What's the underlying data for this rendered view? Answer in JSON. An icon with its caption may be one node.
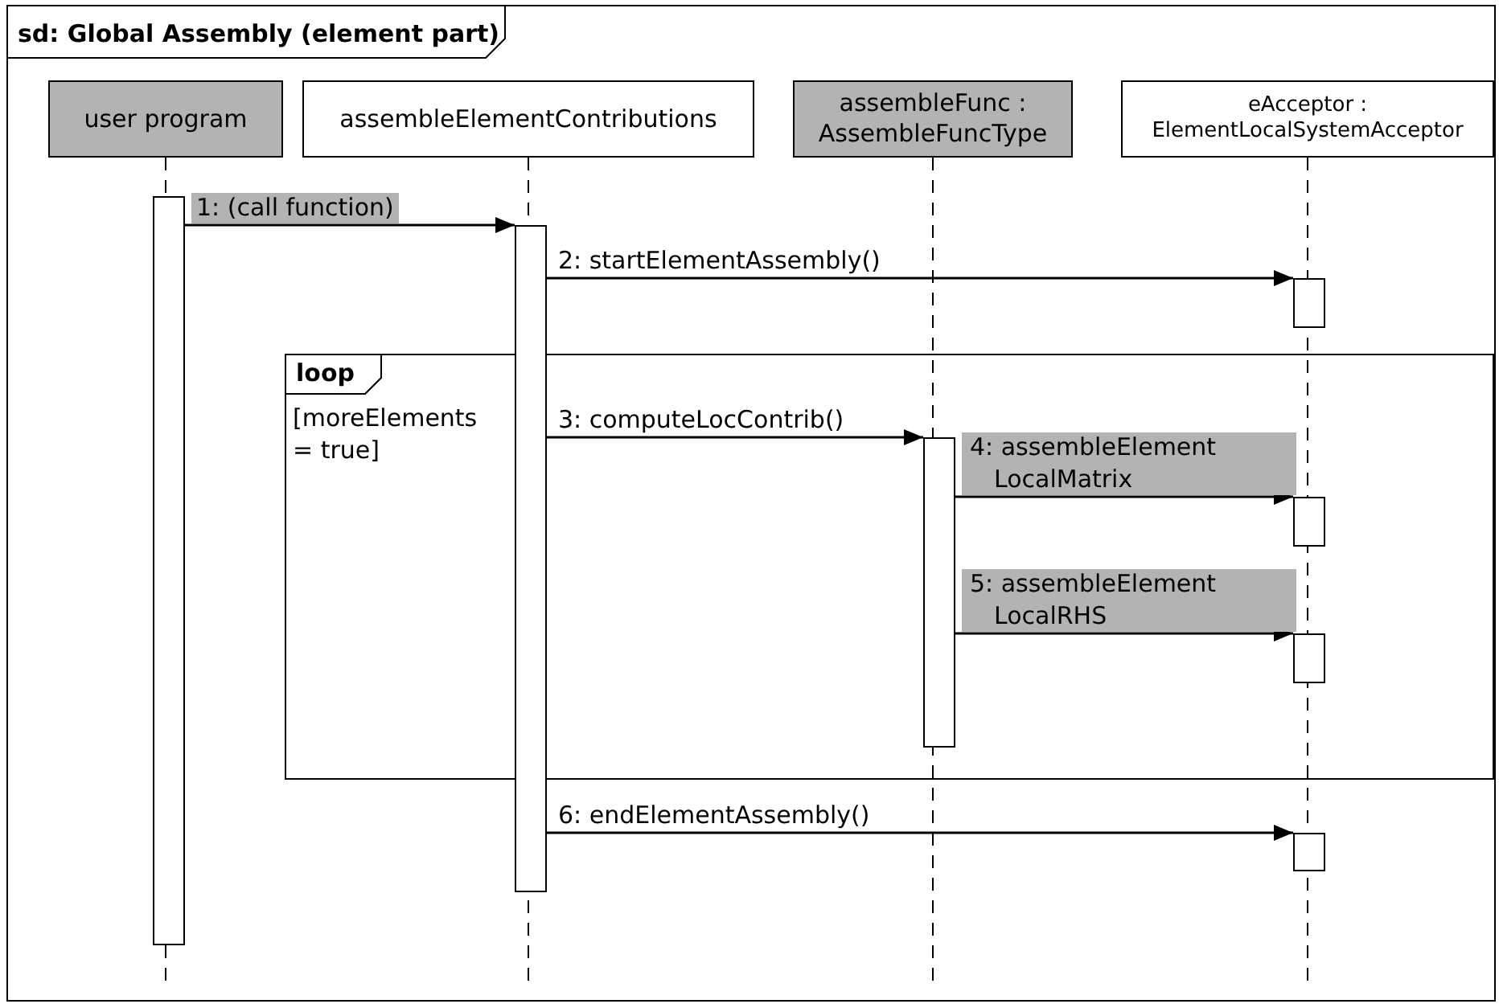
{
  "diagram": {
    "title": "sd: Global Assembly (element part)",
    "nodes": [
      {
        "text": [
          "user program"
        ]
      },
      {
        "text": [
          "assembleElementContributions"
        ]
      },
      {
        "text": [
          "assembleFunc : AssembleFuncType"
        ]
      },
      {
        "text": [
          "eAcceptor : ElementLocalSystemAcceptor"
        ]
      },
      {
        "text": [
          "loop",
          "[moreElements = true]"
        ]
      },
      {
        "text": [],
        "shape": "bar"
      },
      {
        "text": [],
        "shape": "bar"
      },
      {
        "text": [],
        "shape": "bar"
      },
      {
        "text": [],
        "shape": "bar",
        "in": 4
      },
      {
        "text": [],
        "shape": "bar",
        "in": 4
      },
      {
        "text": [],
        "shape": "bar",
        "in": 4
      },
      {
        "text": [],
        "shape": "bar"
      }
    ],
    "edges": [
      {
        "from": 5,
        "to": 6,
        "arrow": "to",
        "label": "1: (call function)"
      },
      {
        "from": 6,
        "to": 7,
        "arrow": "to",
        "label": "2: startElementAssembly()"
      },
      {
        "from": 6,
        "to": 8,
        "arrow": "to",
        "label": "3: computeLocContrib()"
      },
      {
        "from": 8,
        "to": 9,
        "arrow": "to",
        "label": "4: assembleElement LocalMatrix"
      },
      {
        "from": 8,
        "to": 10,
        "arrow": "to",
        "label": "5: assembleElement LocalRHS"
      },
      {
        "from": 6,
        "to": 11,
        "arrow": "to",
        "label": "6: endElementAssembly()"
      }
    ]
  }
}
